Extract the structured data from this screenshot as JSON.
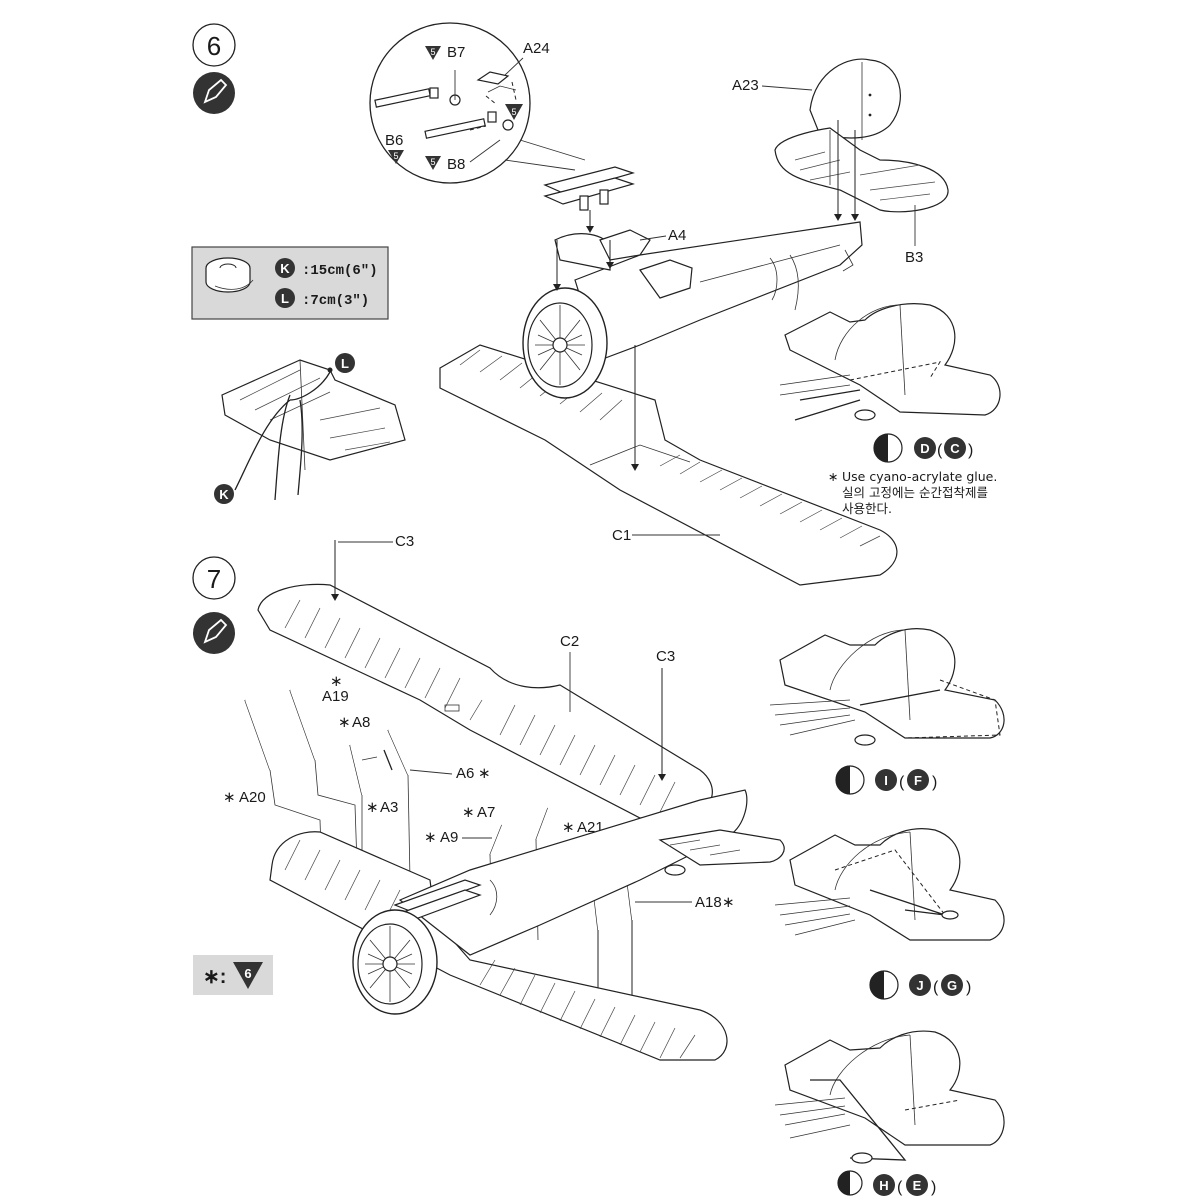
{
  "step6": {
    "number": "6",
    "parts": {
      "b7": "B7",
      "a24": "A24",
      "b6": "B6",
      "b8": "B8",
      "a23": "A23",
      "a4": "A4",
      "b3": "B3",
      "c1": "C1"
    },
    "decal_tag": "5",
    "rigging_box": {
      "k_letter": "K",
      "k_length": ":15cm(6″)",
      "l_letter": "L",
      "l_length": ":7cm(3″)"
    },
    "rig_l": "L",
    "rig_k": "K",
    "detail_ref": {
      "letter": "D",
      "alt": "C"
    },
    "glue_note": {
      "line1": "Use cyano-acrylate glue.",
      "line2": "실의 고정에는 순간접착제를",
      "line3": "사용한다."
    }
  },
  "step7": {
    "number": "7",
    "parts": {
      "c3_top": "C3",
      "c2": "C2",
      "c3_right": "C3",
      "a19": "A19",
      "a8": "A8",
      "a20": "A20",
      "a3": "A3",
      "a6": "A6",
      "a7": "A7",
      "a9": "A9",
      "a21": "A21",
      "a18": "A18"
    },
    "asterisk": "∗",
    "legend": {
      "symbol": "∗:",
      "decal": "6"
    },
    "detail_refs": [
      {
        "letter": "I",
        "alt": "F"
      },
      {
        "letter": "J",
        "alt": "G"
      },
      {
        "letter": "H",
        "alt": "E"
      }
    ]
  }
}
